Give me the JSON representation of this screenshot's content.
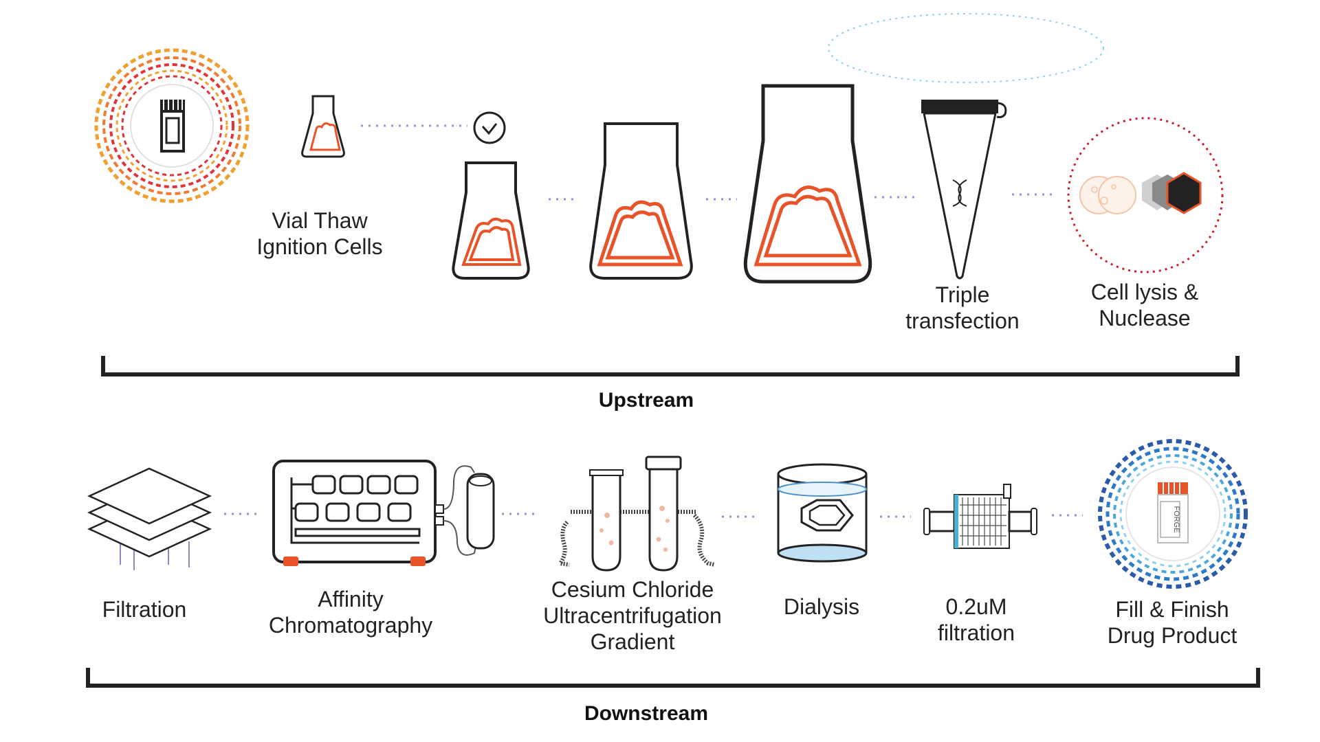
{
  "upstream": {
    "section_label": "Upstream",
    "steps": [
      {
        "line1": "Vial Thaw",
        "line2": "Ignition Cells"
      },
      {
        "line1": "Triple",
        "line2": "transfection"
      },
      {
        "line1": "Cell lysis &",
        "line2": "Nuclease"
      }
    ]
  },
  "downstream": {
    "section_label": "Downstream",
    "steps": [
      {
        "line1": "Filtration"
      },
      {
        "line1": "Affinity",
        "line2": "Chromatography"
      },
      {
        "line1": "Cesium Chloride",
        "line2": "Ultracentrifugation",
        "line3": "Gradient"
      },
      {
        "line1": "Dialysis"
      },
      {
        "line1": "0.2uM",
        "line2": "filtration"
      },
      {
        "line1": "Fill & Finish",
        "line2": "Drug Product"
      }
    ]
  },
  "vial_label": "FORGE",
  "colors": {
    "accent_orange": "#e8532a",
    "dotted_connector": "#9b8fd6",
    "ring_orange": "#f0a030",
    "ring_red": "#e2323a",
    "ring_blue": "#2a5aa8",
    "ring_light_blue": "#8fd0ea"
  },
  "icons": [
    "vial-ring-icon",
    "small-flask-icon",
    "checkmark-icon",
    "flask-icon",
    "triple-transfection-tube-icon",
    "cell-lysis-icon",
    "filter-stack-icon",
    "chromatography-icon",
    "centrifuge-tubes-icon",
    "dialysis-icon",
    "syringe-filter-icon",
    "drug-product-vial-icon"
  ]
}
